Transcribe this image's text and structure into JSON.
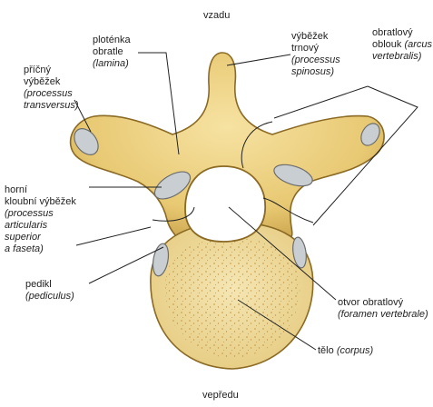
{
  "orientation": {
    "top": "vzadu",
    "bottom": "vepředu"
  },
  "labels": {
    "lamina": {
      "line1": "ploténka",
      "line2": "obratle",
      "latin": "(lamina)"
    },
    "spinous": {
      "line1": "výběžek",
      "line2": "trnový",
      "latin1": "(processus",
      "latin2": "spinosus)"
    },
    "arch": {
      "line1": "obratlový",
      "line2": "oblouk",
      "latin1": "(arcus",
      "latin2": "vertebralis)"
    },
    "transverse": {
      "line1": "příčný",
      "line2": "výběžek",
      "latin1": "(processus",
      "latin2": "transversus)"
    },
    "superior": {
      "line1": "horní",
      "line2": "kloubní výběžek",
      "latin1": "(processus",
      "latin2": "articularis",
      "latin3": "superior",
      "latin4": "a faseta)"
    },
    "pedicle": {
      "line1": "pedikl",
      "latin": "(pediculus)"
    },
    "foramen": {
      "line1": "otvor obratlový",
      "latin": "(foramen vertebrale)"
    },
    "body": {
      "line1": "tělo",
      "latin": "(corpus)"
    }
  },
  "colors": {
    "bone": "#ecd389",
    "bone_dark": "#c9a24a",
    "outline": "#8a6a24",
    "cartilage": "#c9ced2",
    "body_fill": "#f1dfa6",
    "leader": "#222222"
  }
}
